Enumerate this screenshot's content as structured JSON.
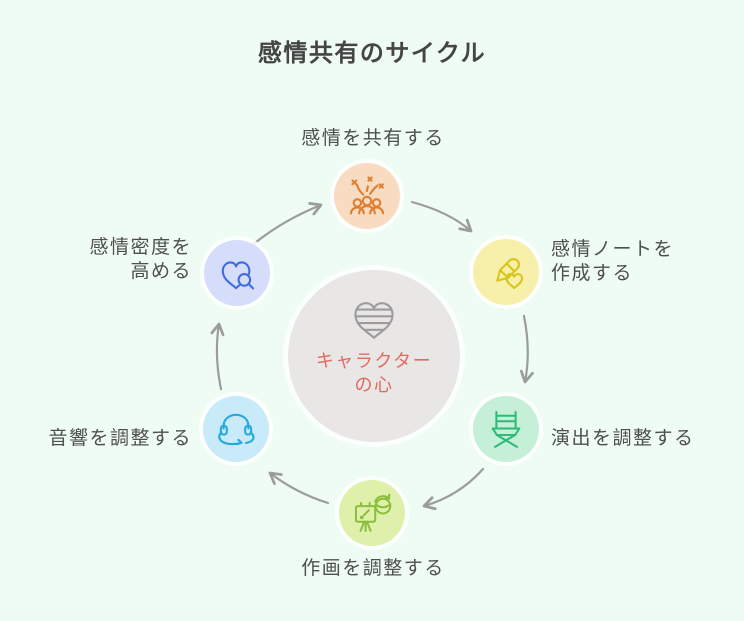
{
  "title": "感情共有のサイクル",
  "center": {
    "label": "キャラクター\nの心",
    "icon": "striped-heart-icon",
    "fill": "#e9e6e6",
    "icon_color": "#9c9c9c",
    "text_color": "#e2695e"
  },
  "nodes": [
    {
      "id": "share-emotion",
      "label": "感情を共有する",
      "icon": "celebration-people-icon",
      "fill": "#f8dcc2",
      "accent": "#dd7f2e"
    },
    {
      "id": "create-emotion-note",
      "label": "感情ノートを\n作成する",
      "icon": "pencil-heart-icon",
      "fill": "#f7f0aa",
      "accent": "#d9c51c"
    },
    {
      "id": "adjust-direction",
      "label": "演出を調整する",
      "icon": "director-chair-icon",
      "fill": "#c5efd6",
      "accent": "#2eba77"
    },
    {
      "id": "adjust-drawing",
      "label": "作画を調整する",
      "icon": "easel-refresh-icon",
      "fill": "#dff0aa",
      "accent": "#8cbe3e"
    },
    {
      "id": "adjust-sound",
      "label": "音響を調整する",
      "icon": "headphones-loop-icon",
      "fill": "#c9eaf8",
      "accent": "#25a8dd"
    },
    {
      "id": "increase-emotion-density",
      "label": "感情密度を\n高める",
      "icon": "heart-magnifier-icon",
      "fill": "#d5ddfa",
      "accent": "#3f6ce0"
    }
  ],
  "colors": {
    "background": "#eefcf3",
    "arrow": "#9c9c9c",
    "label": "#4f4f4f",
    "title": "#454545"
  }
}
